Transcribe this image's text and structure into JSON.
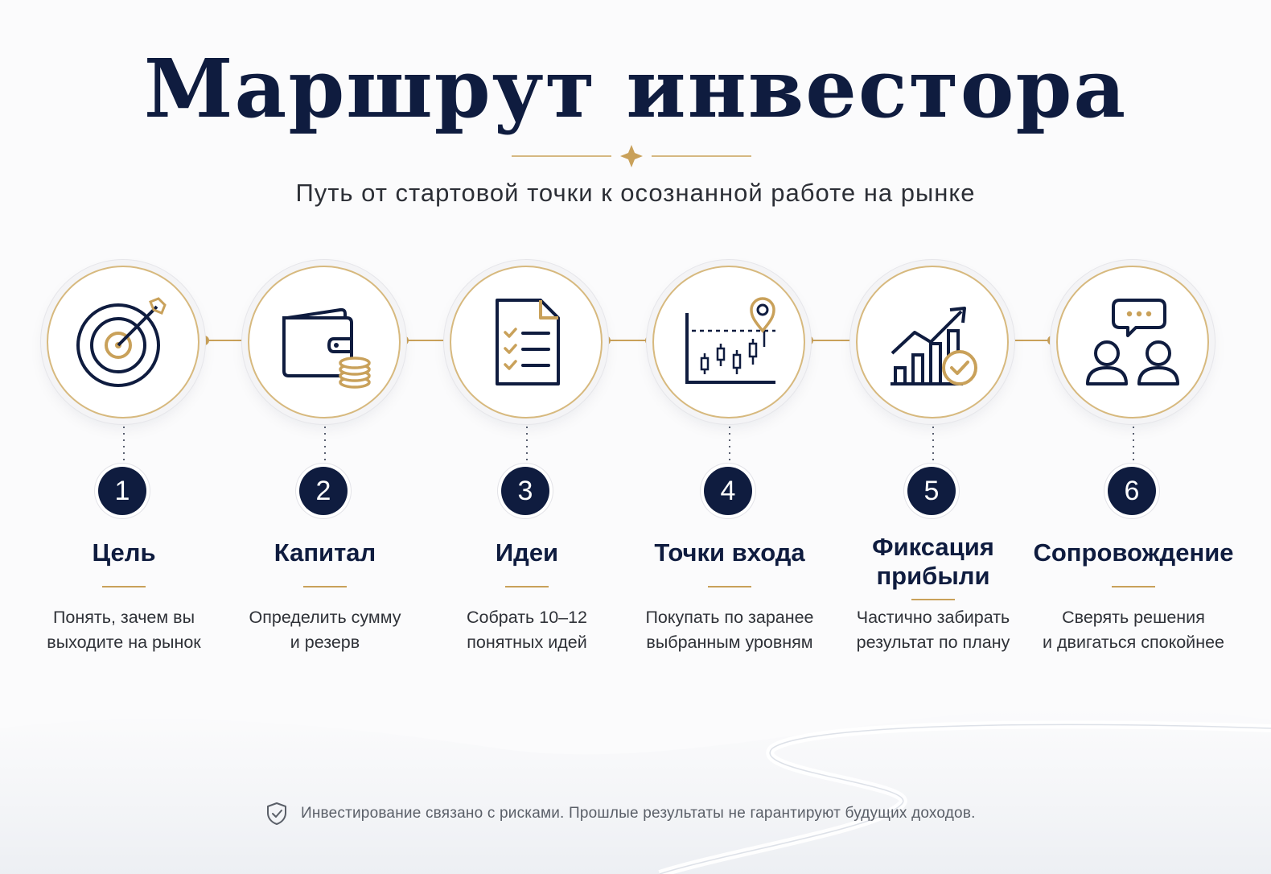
{
  "header": {
    "title": "Маршрут инвестора",
    "subtitle": "Путь от стартовой точки к осознанной работе на рынке"
  },
  "colors": {
    "navy": "#0f1c3f",
    "gold": "#c9a15a",
    "text": "#2f3238",
    "background": "#fbfbfc"
  },
  "steps": [
    {
      "number": "1",
      "title_lines": [
        "Цель"
      ],
      "desc_lines": [
        "Понять, зачем вы",
        "выходите на рынок"
      ],
      "icon": "target-icon"
    },
    {
      "number": "2",
      "title_lines": [
        "Капитал"
      ],
      "desc_lines": [
        "Определить сумму",
        "и резерв"
      ],
      "icon": "wallet-icon"
    },
    {
      "number": "3",
      "title_lines": [
        "Идеи"
      ],
      "desc_lines": [
        "Собрать 10–12",
        "понятных идей"
      ],
      "icon": "checklist-icon"
    },
    {
      "number": "4",
      "title_lines": [
        "Точки входа"
      ],
      "desc_lines": [
        "Покупать по заранее",
        "выбранным уровням"
      ],
      "icon": "candlestick-chart-icon"
    },
    {
      "number": "5",
      "title_lines": [
        "Фиксация",
        "прибыли"
      ],
      "desc_lines": [
        "Частично забирать",
        "результат по плану"
      ],
      "icon": "growth-chart-icon"
    },
    {
      "number": "6",
      "title_lines": [
        "Сопровождение"
      ],
      "desc_lines": [
        "Сверять решения",
        "и двигаться спокойнее"
      ],
      "icon": "consultation-icon"
    }
  ],
  "footer": {
    "disclaimer": "Инвестирование связано с рисками. Прошлые результаты не гарантируют будущих доходов.",
    "icon": "shield-check-icon"
  }
}
